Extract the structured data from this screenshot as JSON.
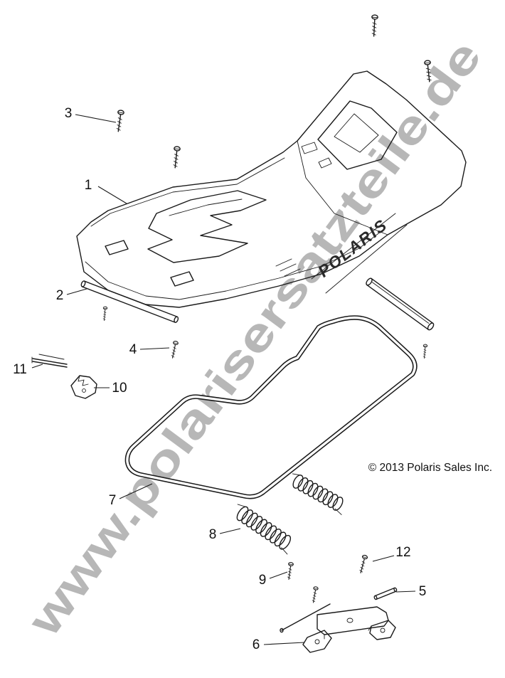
{
  "watermark": {
    "text": "www.polarisersatzteile.de",
    "color": "#b0b0b0"
  },
  "footer": {
    "copyright": "© 2013 Polaris Sales Inc."
  },
  "colors": {
    "ink": "#1a1a1a",
    "background": "#ffffff"
  },
  "diagram": {
    "description": "Exploded parts view of a Polaris storage box lid assembly",
    "brand_label": "POLARIS",
    "callouts": [
      {
        "number": "1"
      },
      {
        "number": "2"
      },
      {
        "number": "3"
      },
      {
        "number": "4"
      },
      {
        "number": "5"
      },
      {
        "number": "6"
      },
      {
        "number": "7"
      },
      {
        "number": "8"
      },
      {
        "number": "9"
      },
      {
        "number": "10"
      },
      {
        "number": "11"
      },
      {
        "number": "12"
      }
    ]
  }
}
